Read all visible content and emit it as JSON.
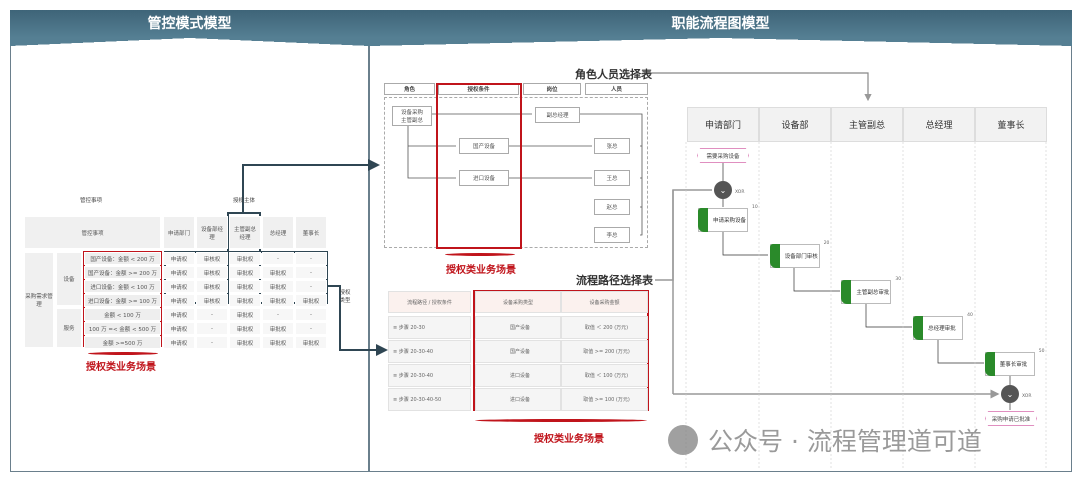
{
  "banners": {
    "left": "管控模式模型",
    "right": "职能流程图模型"
  },
  "left": {
    "group_title_items": "管控事项",
    "group_title_subjects": "授权主体",
    "header_items": "管控事项",
    "subjects": [
      "申请部门",
      "设备部经理",
      "主管副总经理",
      "总经理",
      "董事长"
    ],
    "category": "采购需求管理",
    "sub_equipment": "设备",
    "sub_service": "服务",
    "scenarios": [
      "国产设备：金额 < 200 万",
      "国产设备：金额 >= 200 万",
      "进口设备：金额 < 100 万",
      "进口设备：金额 >= 100 万",
      "金额 < 100 万",
      "100 万 =< 金额 < 500 万",
      "金额 >=500 万"
    ],
    "rows": [
      [
        "申请权",
        "审核权",
        "审批权",
        "-",
        "-"
      ],
      [
        "申请权",
        "审核权",
        "审批权",
        "审批权",
        "-"
      ],
      [
        "申请权",
        "审核权",
        "审批权",
        "审批权",
        "-"
      ],
      [
        "申请权",
        "审核权",
        "审批权",
        "审批权",
        "审批权"
      ],
      [
        "申请权",
        "-",
        "审批权",
        "-",
        "-"
      ],
      [
        "申请权",
        "-",
        "审批权",
        "审批权",
        "-"
      ],
      [
        "申请权",
        "-",
        "审批权",
        "审批权",
        "审批权"
      ]
    ],
    "auth_type": "授权类型",
    "red_label": "授权类业务场景"
  },
  "roles": {
    "title": "角色人员选择表",
    "headers": [
      "角色",
      "授权条件",
      "岗位",
      "人员"
    ],
    "role": "设备采购主管副总",
    "conditions": [
      "国产设备",
      "进口设备"
    ],
    "post": "副总经理",
    "people": [
      "张总",
      "王总",
      "赵总",
      "李总"
    ],
    "red_label": "授权类业务场景"
  },
  "paths": {
    "title": "流程路径选择表",
    "headers": [
      "流程路径 / 授权条件",
      "设备采购类型",
      "设备采购金额"
    ],
    "rows": [
      [
        "≡ 步骤 20-30",
        "国产设备",
        "取值 ＜ 200 (万元)"
      ],
      [
        "≡ 步骤 20-30-40",
        "国产设备",
        "取值 >= 200 (万元)"
      ],
      [
        "≡ 步骤 20-30-40",
        "进口设备",
        "取值 ＜ 100 (万元)"
      ],
      [
        "≡ 步骤 20-30-40-50",
        "进口设备",
        "取值 >= 100 (万元)"
      ]
    ],
    "red_label": "授权类业务场景"
  },
  "flow": {
    "lanes": [
      "申请部门",
      "设备部",
      "主管副总",
      "总经理",
      "董事长"
    ],
    "start": "需要采购设备",
    "end": "采购申请已批准",
    "activities": [
      {
        "label": "申请采购设备",
        "num": "10"
      },
      {
        "label": "设备部门审核",
        "num": "20"
      },
      {
        "label": "主管副总审批",
        "num": "30"
      },
      {
        "label": "总经理审批",
        "num": "40"
      },
      {
        "label": "董事长审批",
        "num": "50"
      }
    ],
    "gateway_label": "XOR"
  },
  "watermark": "公众号 · 流程管理道可道",
  "colors": {
    "accent": "#c0141b",
    "banner": "#4a7187",
    "task": "#2a8a2a"
  }
}
